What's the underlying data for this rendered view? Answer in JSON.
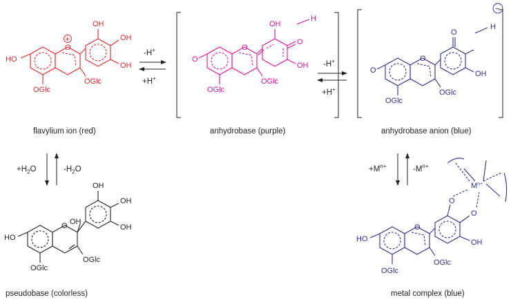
{
  "colors": {
    "red": "#e0282c",
    "magenta": "#e0109a",
    "blue": "#2e2e8e",
    "black": "#222222"
  },
  "species": {
    "flavylium": {
      "caption": "flavylium ion (red)",
      "substituents": {
        "ho": "HO",
        "oh_top": "OH",
        "oh_right1": "OH",
        "oh_right2": "OH",
        "o_ring": "O",
        "ogl_c3": "OGlc",
        "ogl_c5": "OGlc",
        "charge": "+"
      }
    },
    "anhydrobase": {
      "caption": "anhydrobase (purple)",
      "substituents": {
        "o_left": "O",
        "oh_top": "OH",
        "o_right": "O",
        "oh_lower": "OH",
        "o_ring": "O",
        "ogl_c3": "OGlc",
        "ogl_c5": "OGlc",
        "h": "H"
      }
    },
    "anion": {
      "caption": "anhydrobase anion (blue)",
      "substituents": {
        "o_left": "O",
        "o_top": "O",
        "oh_lower": "OH",
        "o_ring": "O",
        "ogl_c3": "OGlc",
        "ogl_c5": "OGlc",
        "h": "H",
        "charge": "−"
      }
    },
    "pseudobase": {
      "caption": "pseudobase (colorless)",
      "substituents": {
        "ho": "HO",
        "oh_c2": "OH",
        "oh_top": "OH",
        "oh_right1": "OH",
        "oh_right2": "OH",
        "o_ring": "O",
        "ogl_c3": "OGlc",
        "ogl_c5": "OGlc"
      }
    },
    "metal": {
      "caption": "metal complex (blue)",
      "substituents": {
        "ho": "HO",
        "o_ring": "O",
        "o_a": "O",
        "o_b": "O",
        "oh_lower": "OH",
        "ogl_c3": "OGlc",
        "ogl_c5": "OGlc",
        "metal": "M",
        "metal_sup": "n+"
      }
    }
  },
  "arrows": {
    "a1": {
      "fwd": "-H",
      "fwd_sup": "+",
      "rev": "+H",
      "rev_sup": "+"
    },
    "a2": {
      "fwd": "-H",
      "fwd_sup": "+",
      "rev": "+H",
      "rev_sup": "+"
    },
    "a3": {
      "fwd": "+H",
      "fwd_sub": "2",
      "fwd_tail": "O",
      "rev": "-H",
      "rev_sub": "2",
      "rev_tail": "O"
    },
    "a4": {
      "fwd": "+M",
      "fwd_sup": "n+",
      "rev": "-M",
      "rev_sup": "n+"
    }
  }
}
